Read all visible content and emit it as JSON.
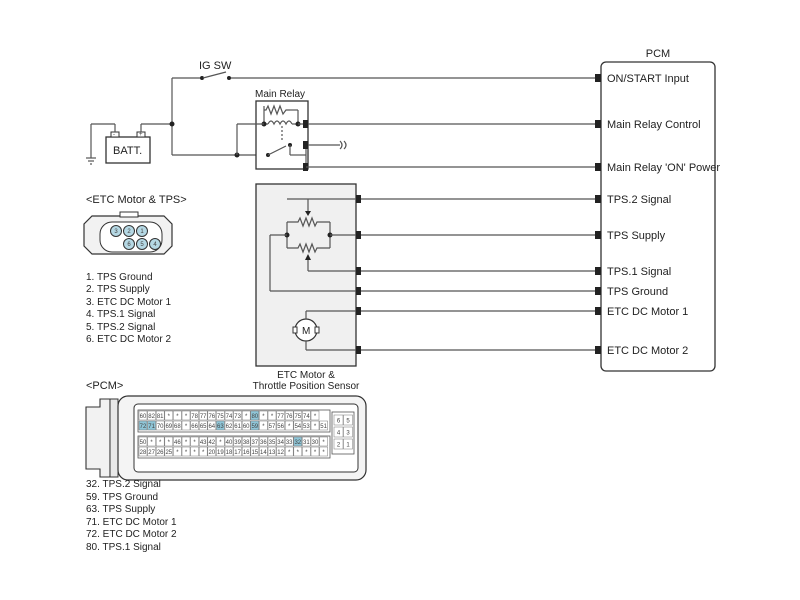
{
  "labels": {
    "ig_sw": "IG SW",
    "main_relay": "Main Relay",
    "batt": "BATT.",
    "pcm_title": "PCM",
    "etc_title": "<ETC Motor & TPS>",
    "pcm_conn_title": "<PCM>",
    "sensor_line1": "ETC Motor &",
    "sensor_line2": "Throttle Position Sensor",
    "motor": "M"
  },
  "pcm_pins": [
    "ON/START Input",
    "Main Relay Control",
    "Main Relay 'ON' Power",
    "TPS.2 Signal",
    "TPS Supply",
    "TPS.1 Signal",
    "TPS Ground",
    "ETC DC Motor 1",
    "ETC DC Motor 2"
  ],
  "etc_connector_pins": [
    "3",
    "2",
    "1",
    "6",
    "5",
    "4"
  ],
  "etc_pin_list": [
    "1. TPS Ground",
    "2. TPS Supply",
    "3. ETC DC Motor 1",
    "4. TPS.1 Signal",
    "5. TPS.2 Signal",
    "6. ETC DC Motor 2"
  ],
  "pcm_pin_list": [
    "32. TPS.2 Signal",
    "59. TPS Ground",
    "63. TPS Supply",
    "71. ETC DC Motor 1",
    "72. ETC DC Motor 2",
    "80. TPS.1 Signal"
  ],
  "pcm_connector": {
    "row1": [
      "60",
      "82",
      "81",
      "*",
      "*",
      "*",
      "78",
      "77",
      "76",
      "75",
      "74",
      "73",
      "*",
      "80",
      "*",
      "*",
      "77",
      "76",
      "75",
      "74",
      "*"
    ],
    "row2": [
      "72",
      "71",
      "70",
      "69",
      "68",
      "*",
      "66",
      "65",
      "64",
      "63",
      "62",
      "61",
      "60",
      "59",
      "*",
      "57",
      "56",
      "*",
      "54",
      "53",
      "*",
      "51"
    ],
    "row3": [
      "50",
      "*",
      "*",
      "*",
      "46",
      "*",
      "*",
      "43",
      "42",
      "*",
      "40",
      "39",
      "38",
      "37",
      "36",
      "35",
      "34",
      "33",
      "32",
      "31",
      "30",
      "*"
    ],
    "row4": [
      "28",
      "27",
      "26",
      "25",
      "*",
      "*",
      "*",
      "*",
      "20",
      "19",
      "18",
      "17",
      "16",
      "15",
      "14",
      "13",
      "12",
      "*",
      "*",
      "*",
      "*",
      "*"
    ],
    "side": [
      [
        "6",
        "5"
      ],
      [
        "4",
        "3"
      ],
      [
        "2",
        "1"
      ]
    ],
    "highlight": [
      "72",
      "71",
      "63",
      "59",
      "80",
      "32"
    ]
  }
}
